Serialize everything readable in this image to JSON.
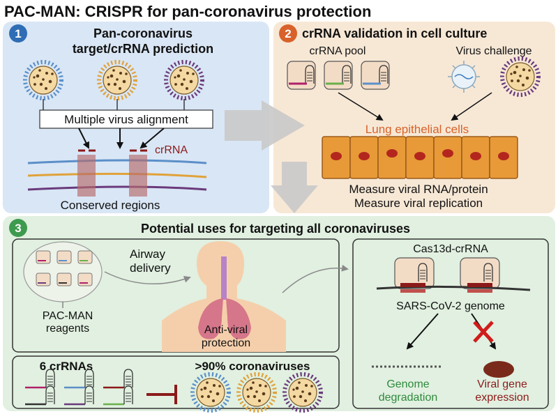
{
  "title": "PAC-MAN: CRISPR for pan-coronavirus protection",
  "panel1": {
    "number": "1",
    "heading_line1": "Pan-coronavirus",
    "heading_line2": "target/crRNA prediction",
    "alignment_label": "Multiple virus alignment",
    "crrna_label": "crRNA",
    "conserved_label": "Conserved regions"
  },
  "panel2": {
    "number": "2",
    "heading": "crRNA validation in cell culture",
    "pool_label": "crRNA pool",
    "challenge_label": "Virus challenge",
    "cells_label": "Lung epithelial cells",
    "measure_line1": "Measure viral RNA/protein",
    "measure_line2": "Measure viral replication"
  },
  "panel3": {
    "number": "3",
    "heading": "Potential uses for targeting all coronaviruses",
    "delivery_line1": "Airway",
    "delivery_line2": "delivery",
    "reagents_line1": "PAC-MAN",
    "reagents_line2": "reagents",
    "protection_line1": "Anti-viral",
    "protection_line2": "protection",
    "crrnas_label": "6 crRNAs",
    "coverage_label": ">90% coronaviruses",
    "cas_label": "Cas13d-crRNA",
    "genome_label": "SARS-CoV-2 genome",
    "degradation_line1": "Genome",
    "degradation_line2": "degradation",
    "expression_line1": "Viral gene",
    "expression_line2": "expression"
  },
  "colors": {
    "panel1_bg": "#d9e6f5",
    "panel2_bg": "#f7e8d6",
    "panel3_bg": "#e1f0e0",
    "badge1": "#2f6db5",
    "badge2": "#d8622a",
    "badge3": "#3e9a4f",
    "cell": "#e79a37",
    "nucleus": "#b3261e",
    "crrna_text": "#8b1a1a",
    "cells_text": "#d8622a",
    "green_text": "#2f8a3d",
    "red_text": "#8b1a1a",
    "arrow_grey": "#c9c9c9"
  },
  "icons": [
    "coronavirus-icon",
    "crrna-hairpin-icon",
    "lung-icon",
    "person-silhouette-icon",
    "inhibition-bar-icon",
    "cross-mark-icon",
    "protein-blob-icon"
  ]
}
